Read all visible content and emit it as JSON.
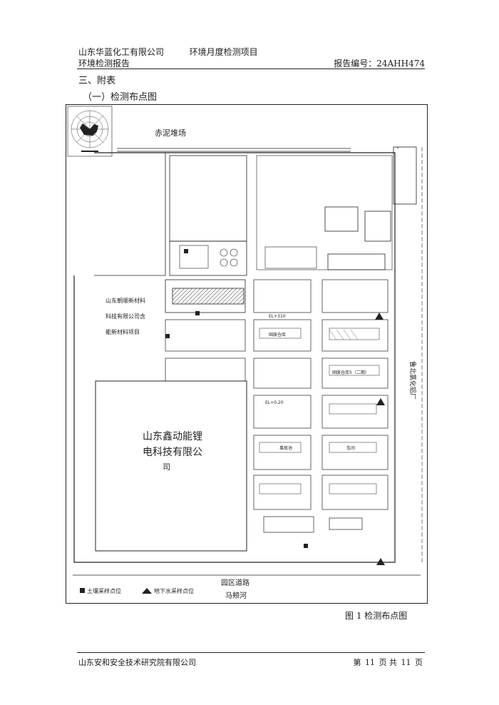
{
  "header": {
    "company": "山东华蓝化工有限公司",
    "project": "环境月度检测项目",
    "report_type": "环境检测报告",
    "report_no_label": "报告编号：",
    "report_no": "24AHH474"
  },
  "section": {
    "title": "三、附表",
    "subtitle": "（一）检测布点图"
  },
  "map": {
    "north_label": "赤泥堆场",
    "left_company": [
      "山东朝顺新材料",
      "科技有限公司含",
      "能新材料项目"
    ],
    "big_company_line1": "山东鑫动能锂",
    "big_company_line2": "电科技有限公",
    "big_company_line3": "司",
    "right_factory": "鲁北氯化铝厂",
    "south_road": "园区道路",
    "south_river": "马颊河",
    "legend": {
      "soil": "土壤采样点位",
      "groundwater": "地下水采样点位"
    },
    "labels": {
      "el_310": "EL+310",
      "el_320": "EL+0.20",
      "warehouse": "固废仓库",
      "storage_5": "固废仓库5（二期）",
      "pool": "事故池",
      "workshop": "车间"
    }
  },
  "caption": "图 1   检测布点图",
  "footer": {
    "org": "山东安和安全技术研究院有限公司",
    "page_prefix": "第",
    "page_no": "11",
    "page_mid": "页 共",
    "page_total": "11",
    "page_suffix": "页"
  },
  "colors": {
    "ink": "#222222",
    "hatch": "#555555",
    "paper": "#ffffff"
  }
}
